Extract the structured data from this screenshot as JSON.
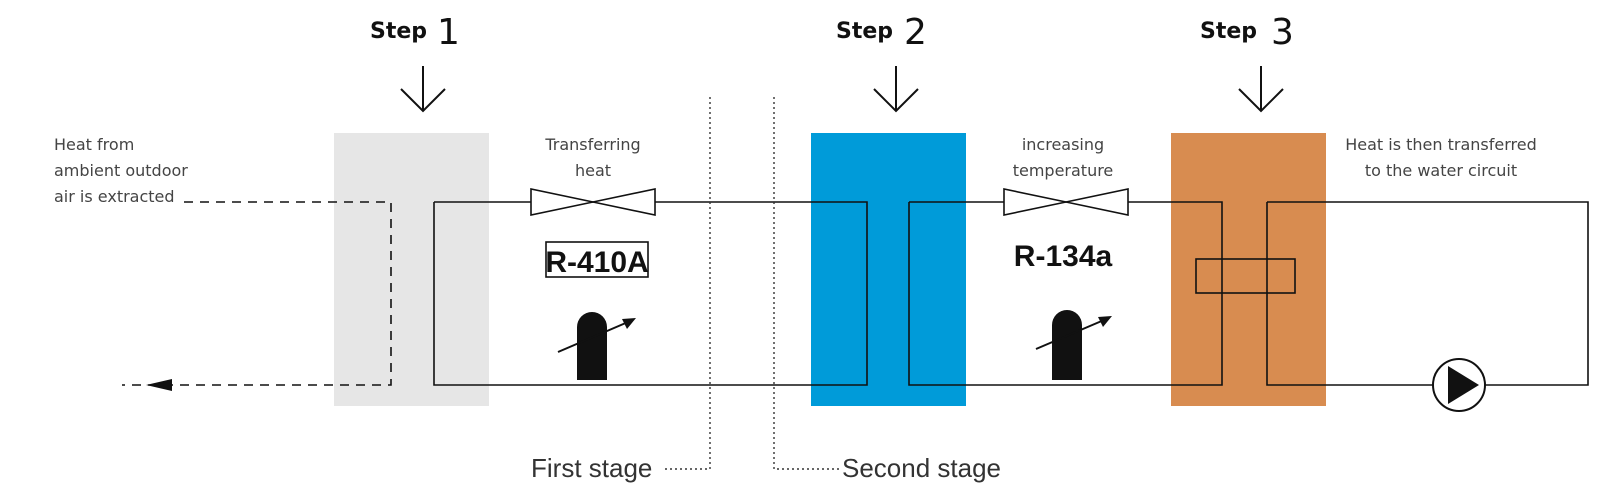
{
  "colors": {
    "evaporator": "#e6e6e6",
    "intermediate_exchanger": "#009bd9",
    "condenser": "#d88c50",
    "line": "#111111"
  },
  "steps": [
    {
      "word": "Step",
      "number": "1"
    },
    {
      "word": "Step",
      "number": "2"
    },
    {
      "word": "Step",
      "number": "3"
    }
  ],
  "labels": {
    "heat_source": [
      "Heat from",
      "ambient outdoor",
      "air is extracted"
    ],
    "transfer": [
      "Transferring",
      "heat"
    ],
    "increase": [
      "increasing",
      "temperature"
    ],
    "output": [
      "Heat is then transferred",
      "to the water circuit"
    ]
  },
  "refrigerants": {
    "first": "R-410A",
    "second": "R-134a"
  },
  "stages": {
    "first": "First stage",
    "second": "Second stage"
  },
  "icons": [
    "arrow-down-icon",
    "expansion-valve-icon",
    "compressor-icon",
    "pump-icon"
  ]
}
